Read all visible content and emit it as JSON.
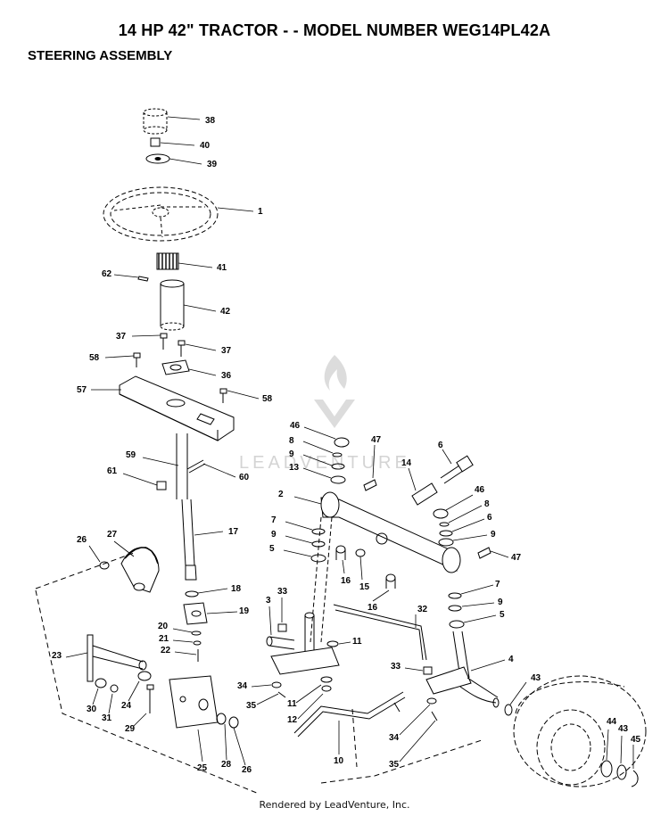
{
  "header": {
    "title": "14 HP 42\" TRACTOR - - MODEL NUMBER WEG14PL42A",
    "subtitle": "STEERING ASSEMBLY"
  },
  "watermark": {
    "text": "LEADVENTURE",
    "icon": "flame-logo-icon"
  },
  "footer": {
    "text": "Rendered by LeadVenture, Inc."
  },
  "callouts": [
    "38",
    "40",
    "39",
    "1",
    "41",
    "62",
    "42",
    "37",
    "37",
    "58",
    "36",
    "57",
    "58",
    "46",
    "47",
    "8",
    "6",
    "9",
    "14",
    "13",
    "59",
    "61",
    "60",
    "2",
    "46",
    "8",
    "6",
    "9",
    "47",
    "7",
    "9",
    "5",
    "27",
    "26",
    "17",
    "16",
    "15",
    "7",
    "16",
    "9",
    "5",
    "18",
    "33",
    "3",
    "19",
    "32",
    "20",
    "11",
    "21",
    "22",
    "23",
    "4",
    "33",
    "43",
    "34",
    "11",
    "35",
    "12",
    "30",
    "31",
    "24",
    "29",
    "34",
    "44",
    "43",
    "45",
    "10",
    "25",
    "28",
    "26",
    "35"
  ],
  "colors": {
    "ink": "#000000",
    "watermark": "#d9d9d9"
  }
}
